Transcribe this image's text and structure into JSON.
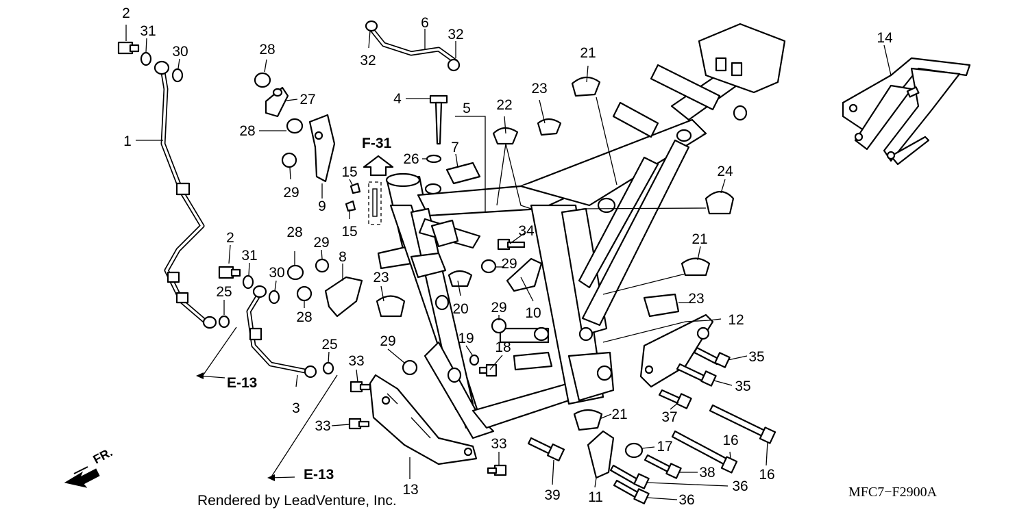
{
  "diagram": {
    "code": "MFC7−F2900A",
    "credit": "Rendered by LeadVenture, Inc.",
    "front_label": "FR.",
    "ref_f31": "F-31",
    "ref_e13_a": "E-13",
    "ref_e13_b": "E-13",
    "callouts": [
      "2",
      "31",
      "30",
      "1",
      "2",
      "31",
      "30",
      "25",
      "25",
      "3",
      "28",
      "27",
      "28",
      "29",
      "9",
      "28",
      "29",
      "28",
      "8",
      "32",
      "6",
      "32",
      "4",
      "5",
      "26",
      "7",
      "15",
      "15",
      "22",
      "23",
      "21",
      "24",
      "21",
      "34",
      "29",
      "23",
      "20",
      "10",
      "29",
      "19",
      "18",
      "29",
      "23",
      "12",
      "35",
      "35",
      "37",
      "33",
      "33",
      "33",
      "13",
      "39",
      "11",
      "17",
      "16",
      "16",
      "38",
      "36",
      "36",
      "21",
      "14"
    ]
  }
}
